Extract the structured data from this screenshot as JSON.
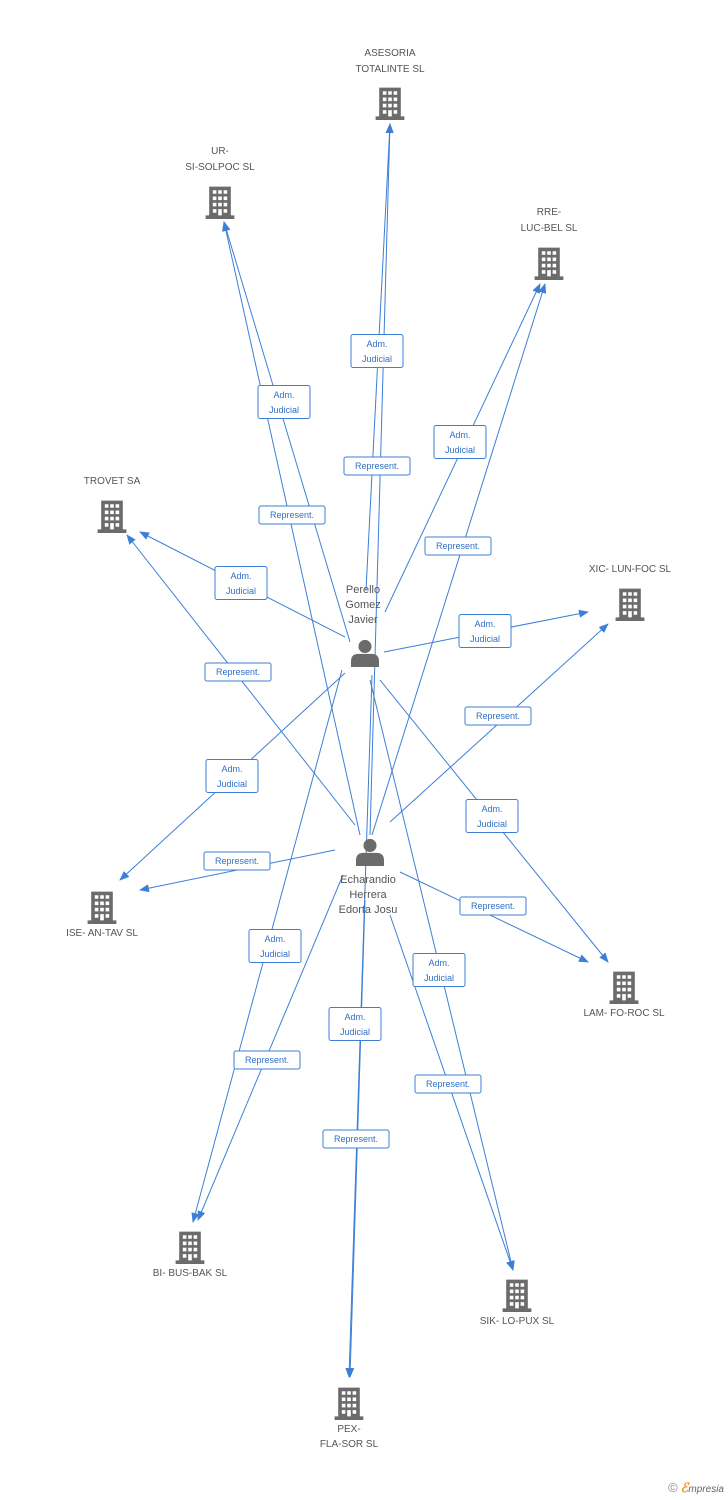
{
  "colors": {
    "edge": "#3d7fd6",
    "icon": "#6b6b6b",
    "label": "#555555"
  },
  "people": [
    {
      "id": "p1",
      "lines": [
        "Perello",
        "Gomez",
        "Javier"
      ],
      "icon": "person-icon"
    },
    {
      "id": "p2",
      "lines": [
        "Echarandio",
        "Herrera",
        "Edorta Josu"
      ],
      "icon": "person-icon"
    }
  ],
  "companies": [
    {
      "id": "c1",
      "lines": [
        "ASESORIA",
        "TOTALINTE SL"
      ],
      "icon": "building-icon"
    },
    {
      "id": "c2",
      "lines": [
        "UR-",
        "SI-SOLPOC SL"
      ],
      "icon": "building-icon"
    },
    {
      "id": "c3",
      "lines": [
        "RRE-",
        "LUC-BEL SL"
      ],
      "icon": "building-icon"
    },
    {
      "id": "c4",
      "lines": [
        "TROVET SA"
      ],
      "icon": "building-icon"
    },
    {
      "id": "c5",
      "lines": [
        "XIC- LUN-FOC SL"
      ],
      "icon": "building-icon"
    },
    {
      "id": "c6",
      "lines": [
        "ISE- AN-TAV SL"
      ],
      "icon": "building-icon"
    },
    {
      "id": "c7",
      "lines": [
        "LAM- FO-ROC SL"
      ],
      "icon": "building-icon"
    },
    {
      "id": "c8",
      "lines": [
        "BI- BUS-BAK SL"
      ],
      "icon": "building-icon"
    },
    {
      "id": "c9",
      "lines": [
        "SIK- LO-PUX SL"
      ],
      "icon": "building-icon"
    },
    {
      "id": "c10",
      "lines": [
        "PEX-",
        "FLA-SOR SL"
      ],
      "icon": "building-icon"
    }
  ],
  "edges": [
    {
      "from": "p1",
      "to": "c1",
      "lines": [
        "Adm.",
        "Judicial"
      ]
    },
    {
      "from": "p2",
      "to": "c1",
      "lines": [
        "Represent."
      ]
    },
    {
      "from": "p1",
      "to": "c2",
      "lines": [
        "Represent."
      ]
    },
    {
      "from": "p2",
      "to": "c2",
      "lines": [
        "Adm.",
        "Judicial"
      ]
    },
    {
      "from": "p1",
      "to": "c3",
      "lines": [
        "Adm.",
        "Judicial"
      ]
    },
    {
      "from": "p2",
      "to": "c3",
      "lines": [
        "Represent."
      ]
    },
    {
      "from": "p1",
      "to": "c4",
      "lines": [
        "Adm.",
        "Judicial"
      ]
    },
    {
      "from": "p2",
      "to": "c4",
      "lines": [
        "Represent."
      ]
    },
    {
      "from": "p1",
      "to": "c5",
      "lines": [
        "Adm.",
        "Judicial"
      ]
    },
    {
      "from": "p2",
      "to": "c5",
      "lines": [
        "Represent."
      ]
    },
    {
      "from": "p1",
      "to": "c6",
      "lines": [
        "Adm.",
        "Judicial"
      ]
    },
    {
      "from": "p2",
      "to": "c6",
      "lines": [
        "Represent."
      ]
    },
    {
      "from": "p1",
      "to": "c7",
      "lines": [
        "Adm.",
        "Judicial"
      ]
    },
    {
      "from": "p2",
      "to": "c7",
      "lines": [
        "Represent."
      ]
    },
    {
      "from": "p1",
      "to": "c8",
      "lines": [
        "Adm.",
        "Judicial"
      ]
    },
    {
      "from": "p2",
      "to": "c8",
      "lines": [
        "Represent."
      ]
    },
    {
      "from": "p1",
      "to": "c9",
      "lines": [
        "Adm.",
        "Judicial"
      ]
    },
    {
      "from": "p2",
      "to": "c9",
      "lines": [
        "Represent."
      ]
    },
    {
      "from": "p2",
      "to": "c10",
      "lines": [
        "Adm.",
        "Judicial"
      ]
    },
    {
      "from": "p1",
      "to": "c10",
      "lines": [
        "Represent."
      ]
    }
  ],
  "branding": {
    "copyright": "©",
    "e": "ℰ",
    "rest": "mpresia"
  }
}
